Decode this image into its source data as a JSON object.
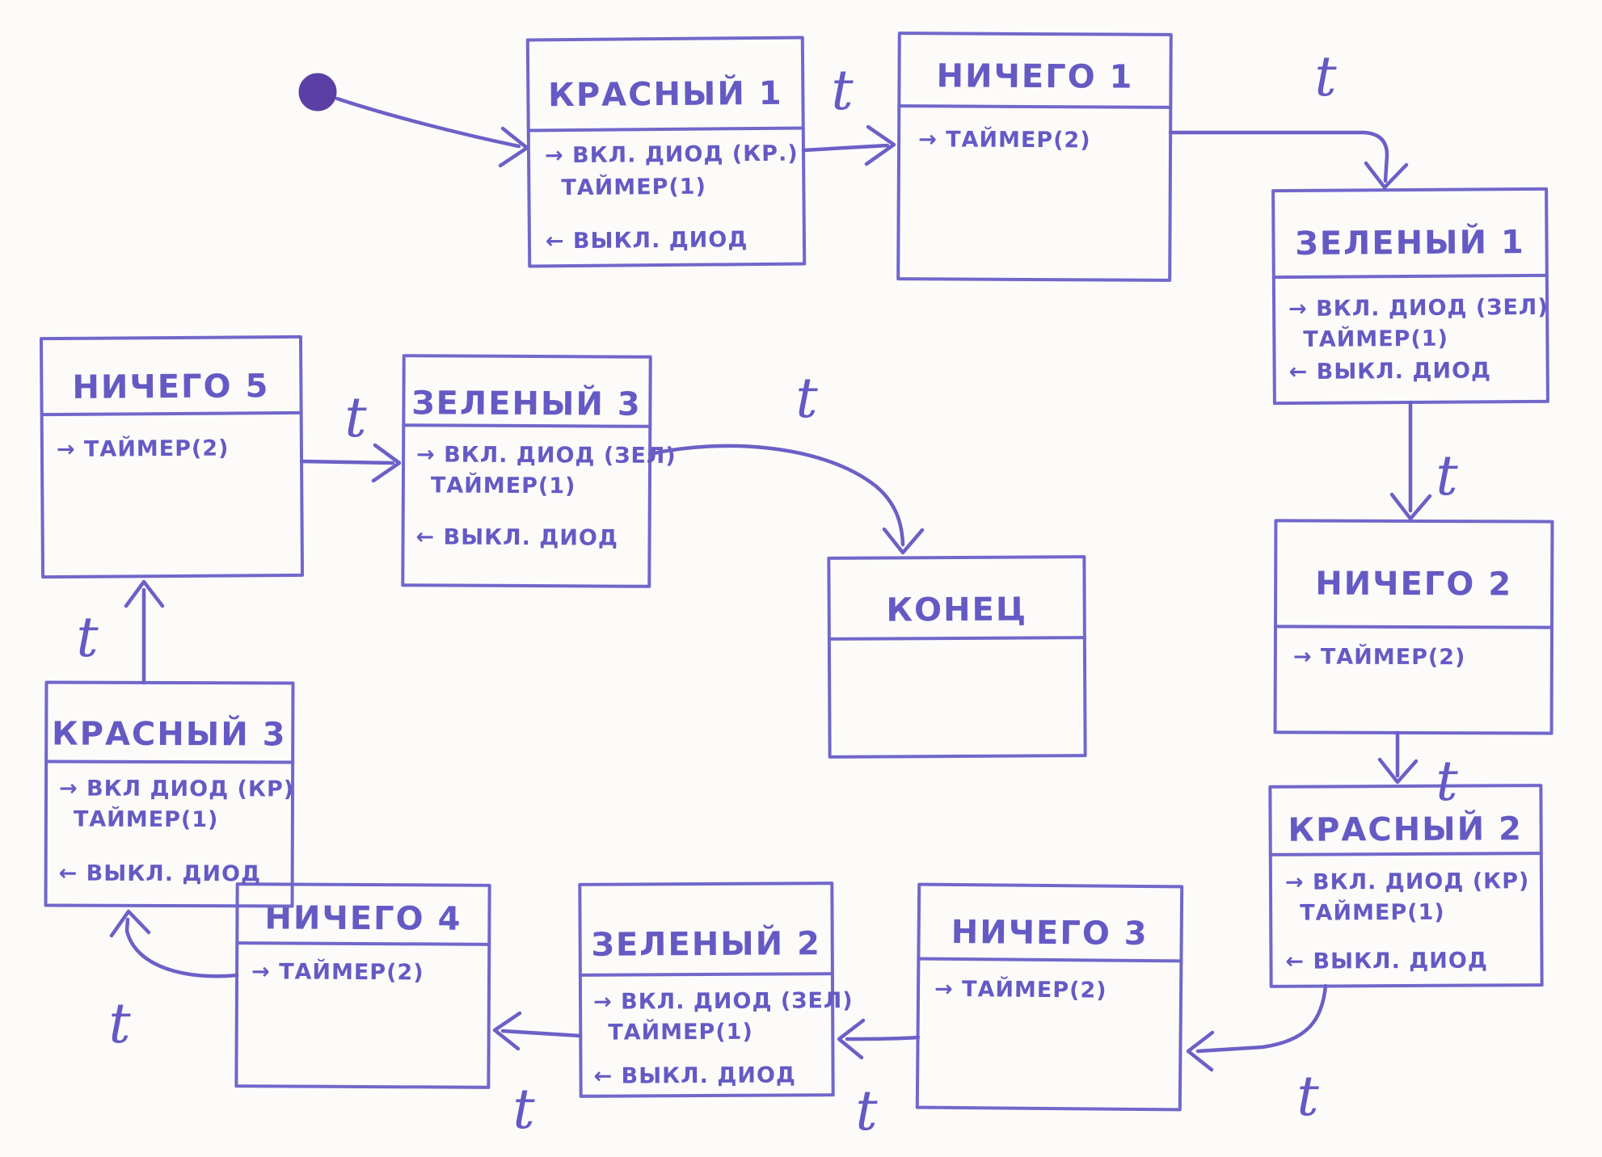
{
  "diagram": {
    "kind": "hand-drawn state machine",
    "language": "ru",
    "colors": {
      "ink": "#6c60c6",
      "ink_text": "#655ac4",
      "initial_dot": "#5a3fa4",
      "paper": "#fcfbfa"
    },
    "initial": {
      "to": "КРАСНЫЙ 1"
    }
  },
  "states": [
    {
      "id": "krasny1",
      "title": "КРАСНЫЙ 1",
      "lines": [
        "→ ВКЛ. ДИОД (КР.)",
        "ТАЙМЕР(1)",
        "← ВЫКЛ. ДИОД"
      ]
    },
    {
      "id": "nichego1",
      "title": "НИЧЕГО 1",
      "lines": [
        "→ ТАЙМЕР(2)"
      ]
    },
    {
      "id": "zeleny1",
      "title": "ЗЕЛЕНЫЙ 1",
      "lines": [
        "→ ВКЛ. ДИОД (ЗЕЛ)",
        "ТАЙМЕР(1)",
        "← ВЫКЛ. ДИОД"
      ]
    },
    {
      "id": "nichego2",
      "title": "НИЧЕГО 2",
      "lines": [
        "→ ТАЙМЕР(2)"
      ]
    },
    {
      "id": "krasny2",
      "title": "КРАСНЫЙ 2",
      "lines": [
        "→ ВКЛ. ДИОД (КР)",
        "ТАЙМЕР(1)",
        "← ВЫКЛ. ДИОД"
      ]
    },
    {
      "id": "nichego3",
      "title": "НИЧЕГО 3",
      "lines": [
        "→ ТАЙМЕР(2)"
      ]
    },
    {
      "id": "zeleny2",
      "title": "ЗЕЛЕНЫЙ 2",
      "lines": [
        "→ ВКЛ. ДИОД (ЗЕЛ)",
        "ТАЙМЕР(1)",
        "← ВЫКЛ. ДИОД"
      ]
    },
    {
      "id": "nichego4",
      "title": "НИЧЕГО 4",
      "lines": [
        "→ ТАЙМЕР(2)"
      ]
    },
    {
      "id": "krasny3",
      "title": "КРАСНЫЙ 3",
      "lines": [
        "→ ВКЛ ДИОД (КР)",
        "ТАЙМЕР(1)",
        "← ВЫКЛ. ДИОД"
      ]
    },
    {
      "id": "nichego5",
      "title": "НИЧЕГО 5",
      "lines": [
        "→ ТАЙМЕР(2)"
      ]
    },
    {
      "id": "zeleny3",
      "title": "ЗЕЛЕНЫЙ 3",
      "lines": [
        "→ ВКЛ. ДИОД (ЗЕЛ)",
        "ТАЙМЕР(1)",
        "← ВЫКЛ. ДИОД"
      ]
    },
    {
      "id": "konec",
      "title": "КОНЕЦ",
      "lines": []
    }
  ],
  "transitions": [
    {
      "from": "КРАСНЫЙ 1",
      "to": "НИЧЕГО 1",
      "label": "t"
    },
    {
      "from": "НИЧЕГО 1",
      "to": "ЗЕЛЕНЫЙ 1",
      "label": "t"
    },
    {
      "from": "ЗЕЛЕНЫЙ 1",
      "to": "НИЧЕГО 2",
      "label": "t"
    },
    {
      "from": "НИЧЕГО 2",
      "to": "КРАСНЫЙ 2",
      "label": "t"
    },
    {
      "from": "КРАСНЫЙ 2",
      "to": "НИЧЕГО 3",
      "label": "t"
    },
    {
      "from": "НИЧЕГО 3",
      "to": "ЗЕЛЕНЫЙ 2",
      "label": "t"
    },
    {
      "from": "ЗЕЛЕНЫЙ 2",
      "to": "НИЧЕГО 4",
      "label": "t"
    },
    {
      "from": "НИЧЕГО 4",
      "to": "КРАСНЫЙ 3",
      "label": "t"
    },
    {
      "from": "КРАСНЫЙ 3",
      "to": "НИЧЕГО 5",
      "label": "t"
    },
    {
      "from": "НИЧЕГО 5",
      "to": "ЗЕЛЕНЫЙ 3",
      "label": "t"
    },
    {
      "from": "ЗЕЛЕНЫЙ 3",
      "to": "КОНЕЦ",
      "label": "t"
    }
  ]
}
